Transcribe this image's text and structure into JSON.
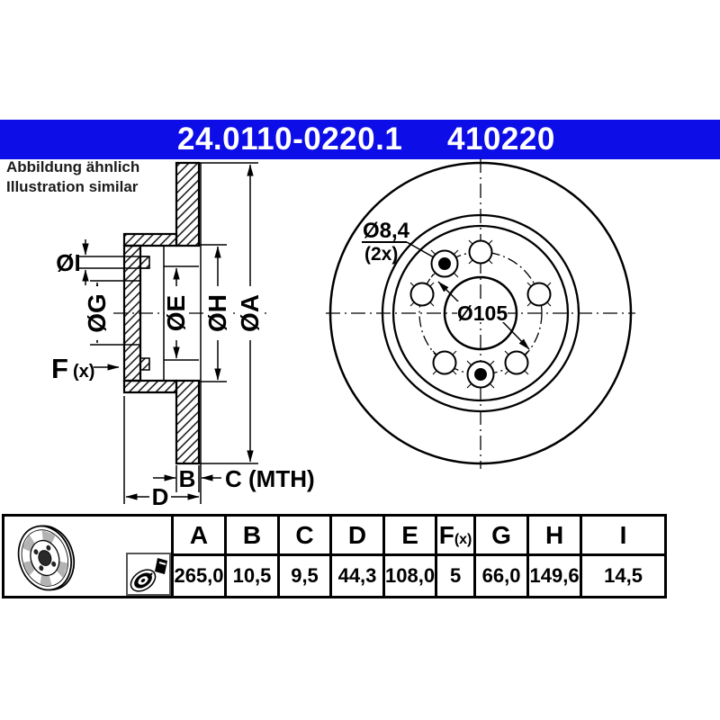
{
  "colors": {
    "accent_blue": "#0d0de8"
  },
  "header": {
    "part_number": "24.0110-0220.1",
    "catalog_number": "410220"
  },
  "note": {
    "line1": "Abbildung ähnlich",
    "line2": "Illustration similar"
  },
  "drawing": {
    "dim_labels": {
      "A": "ØA",
      "H": "ØH",
      "E": "ØE",
      "G": "ØG",
      "I": "ØI",
      "F": "F",
      "F_suffix": "(x)",
      "B": "B",
      "C": "C (MTH)",
      "D": "D"
    },
    "front_labels": {
      "hole_dia": "Ø8,4",
      "hole_count": "(2x)",
      "bolt_circle": "Ø105"
    }
  },
  "table": {
    "columns": [
      {
        "label": "A",
        "value": "265,0"
      },
      {
        "label": "B",
        "value": "10,5"
      },
      {
        "label": "C",
        "value": "9,5"
      },
      {
        "label": "D",
        "value": "44,3"
      },
      {
        "label": "E",
        "value": "108,0"
      },
      {
        "label": "F",
        "label_suffix": "(x)",
        "value": "5"
      },
      {
        "label": "G",
        "value": "66,0"
      },
      {
        "label": "H",
        "value": "149,6"
      },
      {
        "label": "I",
        "value": "14,5"
      }
    ]
  }
}
